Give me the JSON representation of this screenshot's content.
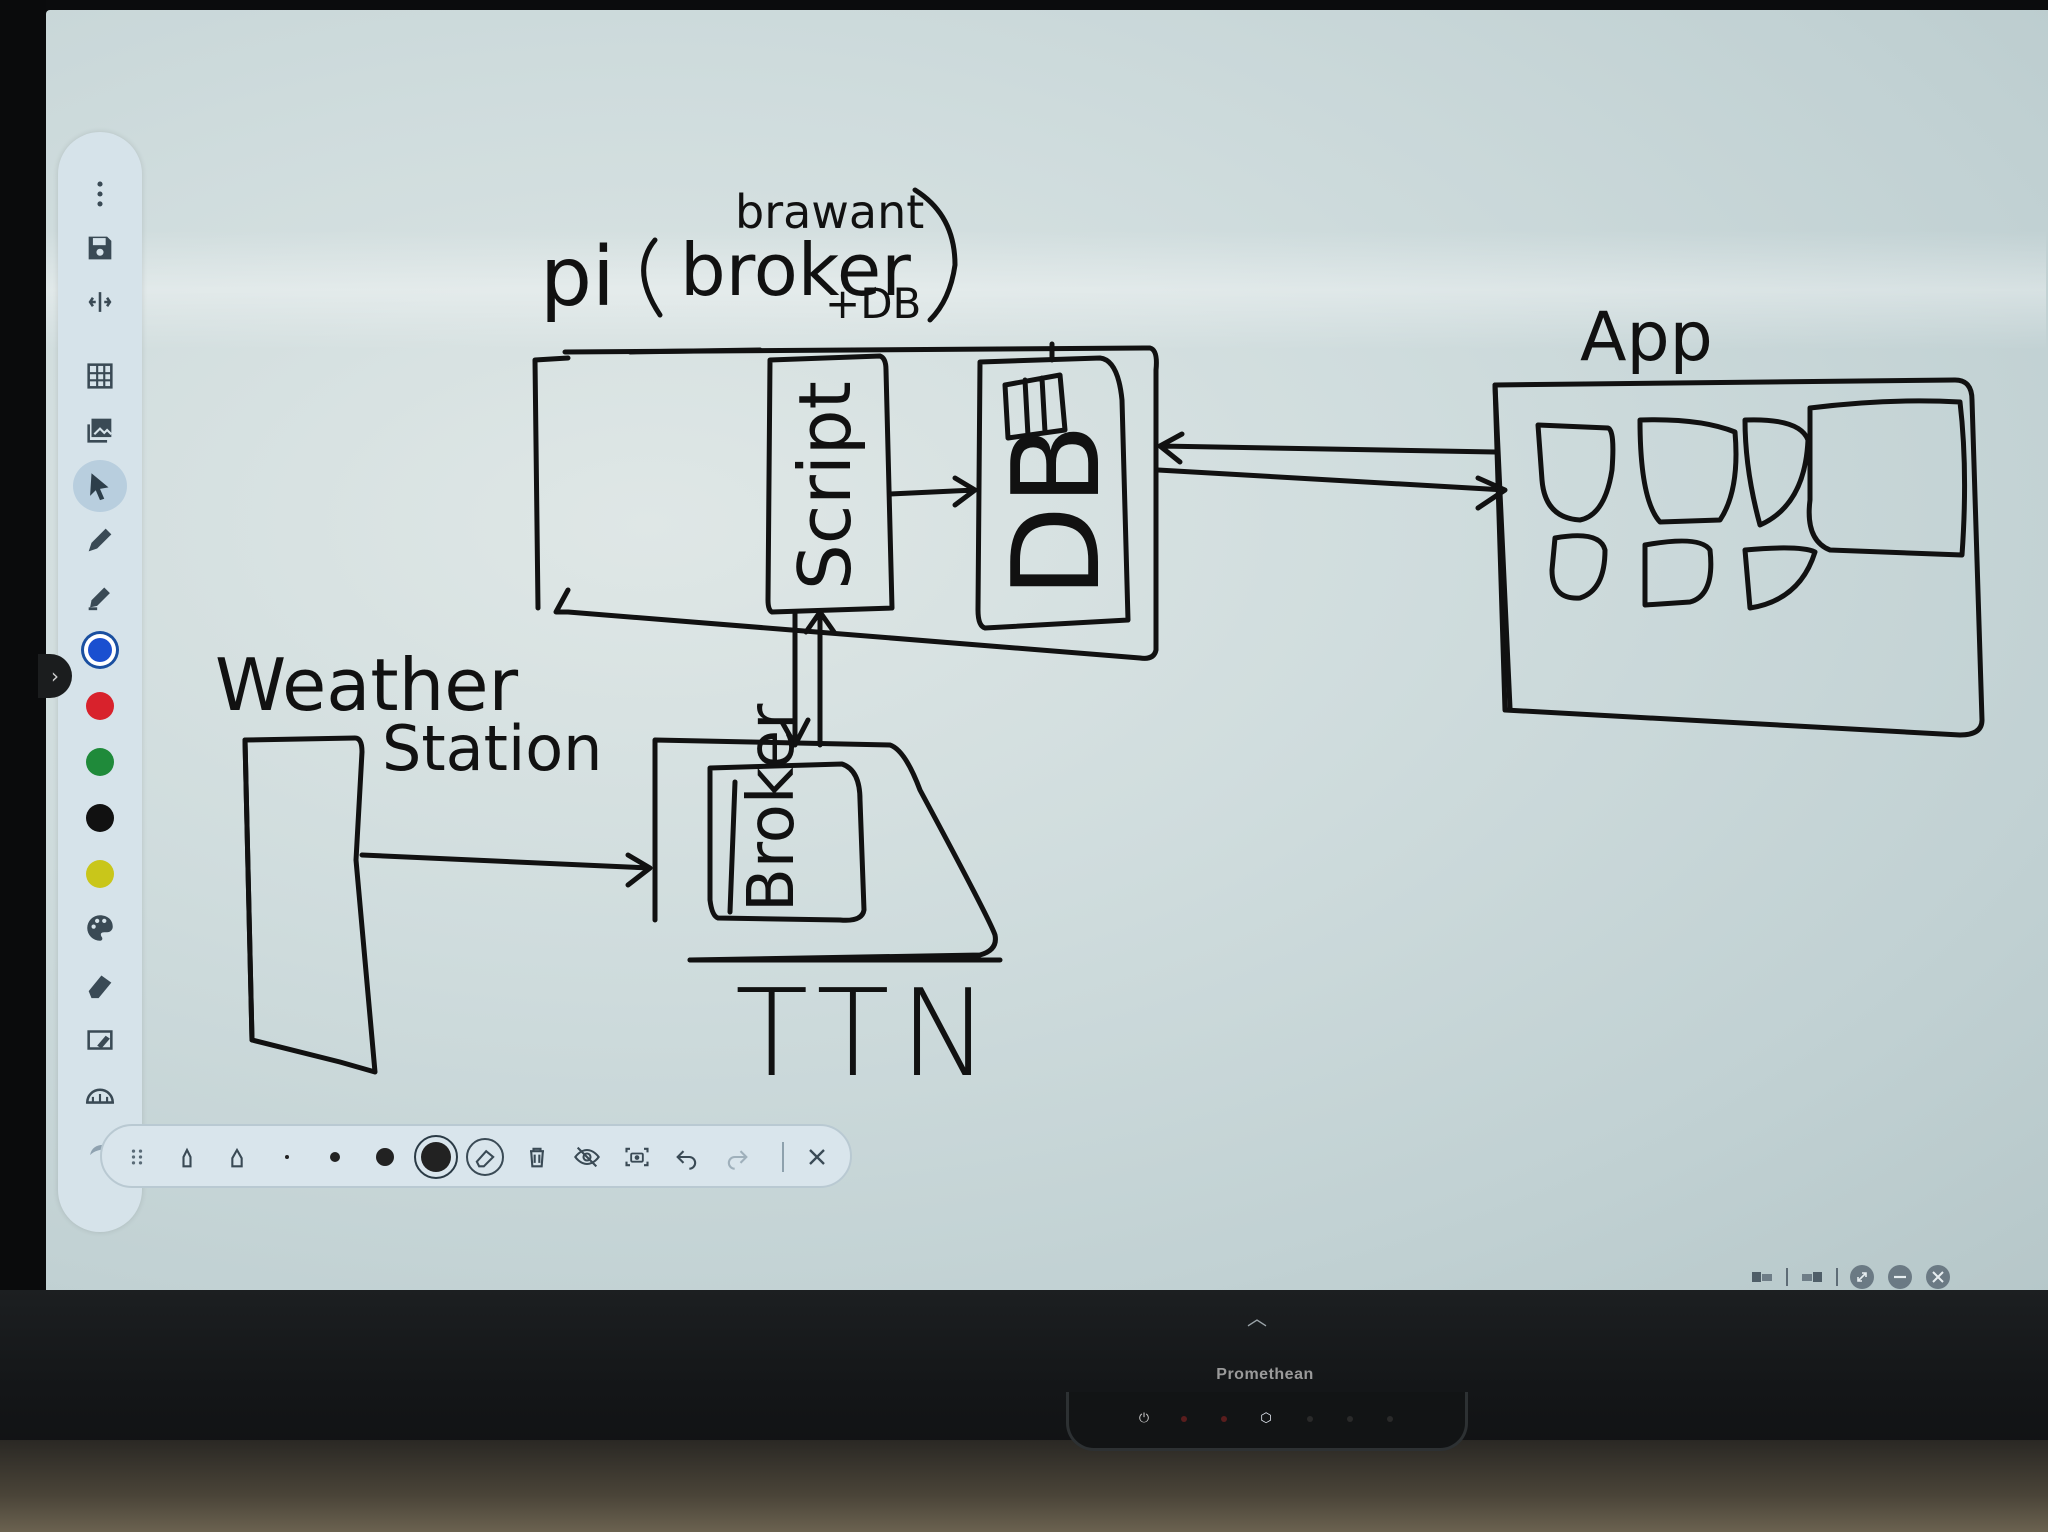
{
  "app": {
    "brand": "Promethean"
  },
  "toolbar": {
    "tools": [
      {
        "name": "more-icon"
      },
      {
        "name": "save-icon"
      },
      {
        "name": "split-icon"
      },
      {
        "name": "grid-icon"
      },
      {
        "name": "image-icon"
      },
      {
        "name": "select-icon",
        "active": true
      },
      {
        "name": "pen-icon"
      },
      {
        "name": "highlighter-icon"
      },
      {
        "name": "eraser-icon"
      },
      {
        "name": "shape-eraser-icon"
      },
      {
        "name": "ruler-icon"
      },
      {
        "name": "redo-icon"
      }
    ],
    "colors": [
      "#1a4fd0",
      "#d8222c",
      "#1f8a3a",
      "#111111",
      "#c9c61a"
    ]
  },
  "penbar": {
    "sizes": [
      "tiny",
      "small",
      "medium",
      "large"
    ],
    "buttons": [
      "pen-tip-icon",
      "pen-tip-bold-icon",
      "eraser-circle-icon",
      "trash-icon",
      "hide-icon",
      "screenshot-icon",
      "undo-icon",
      "redo-icon",
      "close-icon"
    ]
  },
  "diagram": {
    "labels": {
      "pi": "pi",
      "broker_db": "broker",
      "plus_db": "+DB",
      "annotation": "brawant",
      "script": "Script",
      "db": "DB",
      "app": "App",
      "weather_station": "Weather",
      "weather_station_2": "Station",
      "broker": "Broker",
      "ttn": "TTN"
    }
  },
  "colors": {
    "pi_label": "#c9561f",
    "ink": "#111111"
  }
}
